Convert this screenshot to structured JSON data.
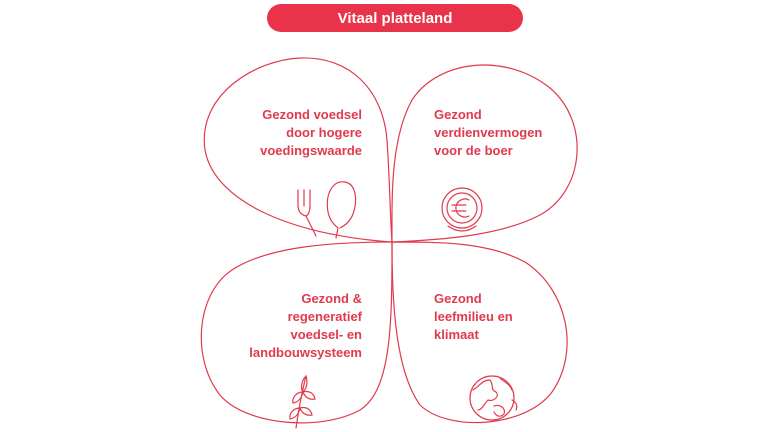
{
  "title": "Vitaal platteland",
  "quadrants": [
    {
      "id": "top-left",
      "lines": [
        "Gezond voedsel",
        "door hogere",
        "voedingswaarde"
      ],
      "icon": "fork-spoon-icon"
    },
    {
      "id": "top-right",
      "lines": [
        "Gezond",
        "verdienvermogen",
        "voor de boer"
      ],
      "icon": "euro-coin-icon"
    },
    {
      "id": "bottom-left",
      "lines": [
        "Gezond &",
        "regeneratief",
        "voedsel- en",
        "landbouwsysteem"
      ],
      "icon": "plant-sprout-icon"
    },
    {
      "id": "bottom-right",
      "lines": [
        "Gezond",
        "leefmilieu en",
        "klimaat"
      ],
      "icon": "globe-icon"
    }
  ],
  "colors": {
    "accent": "#e8334a",
    "text": "#e03a4c",
    "line": "#e03a4c"
  }
}
